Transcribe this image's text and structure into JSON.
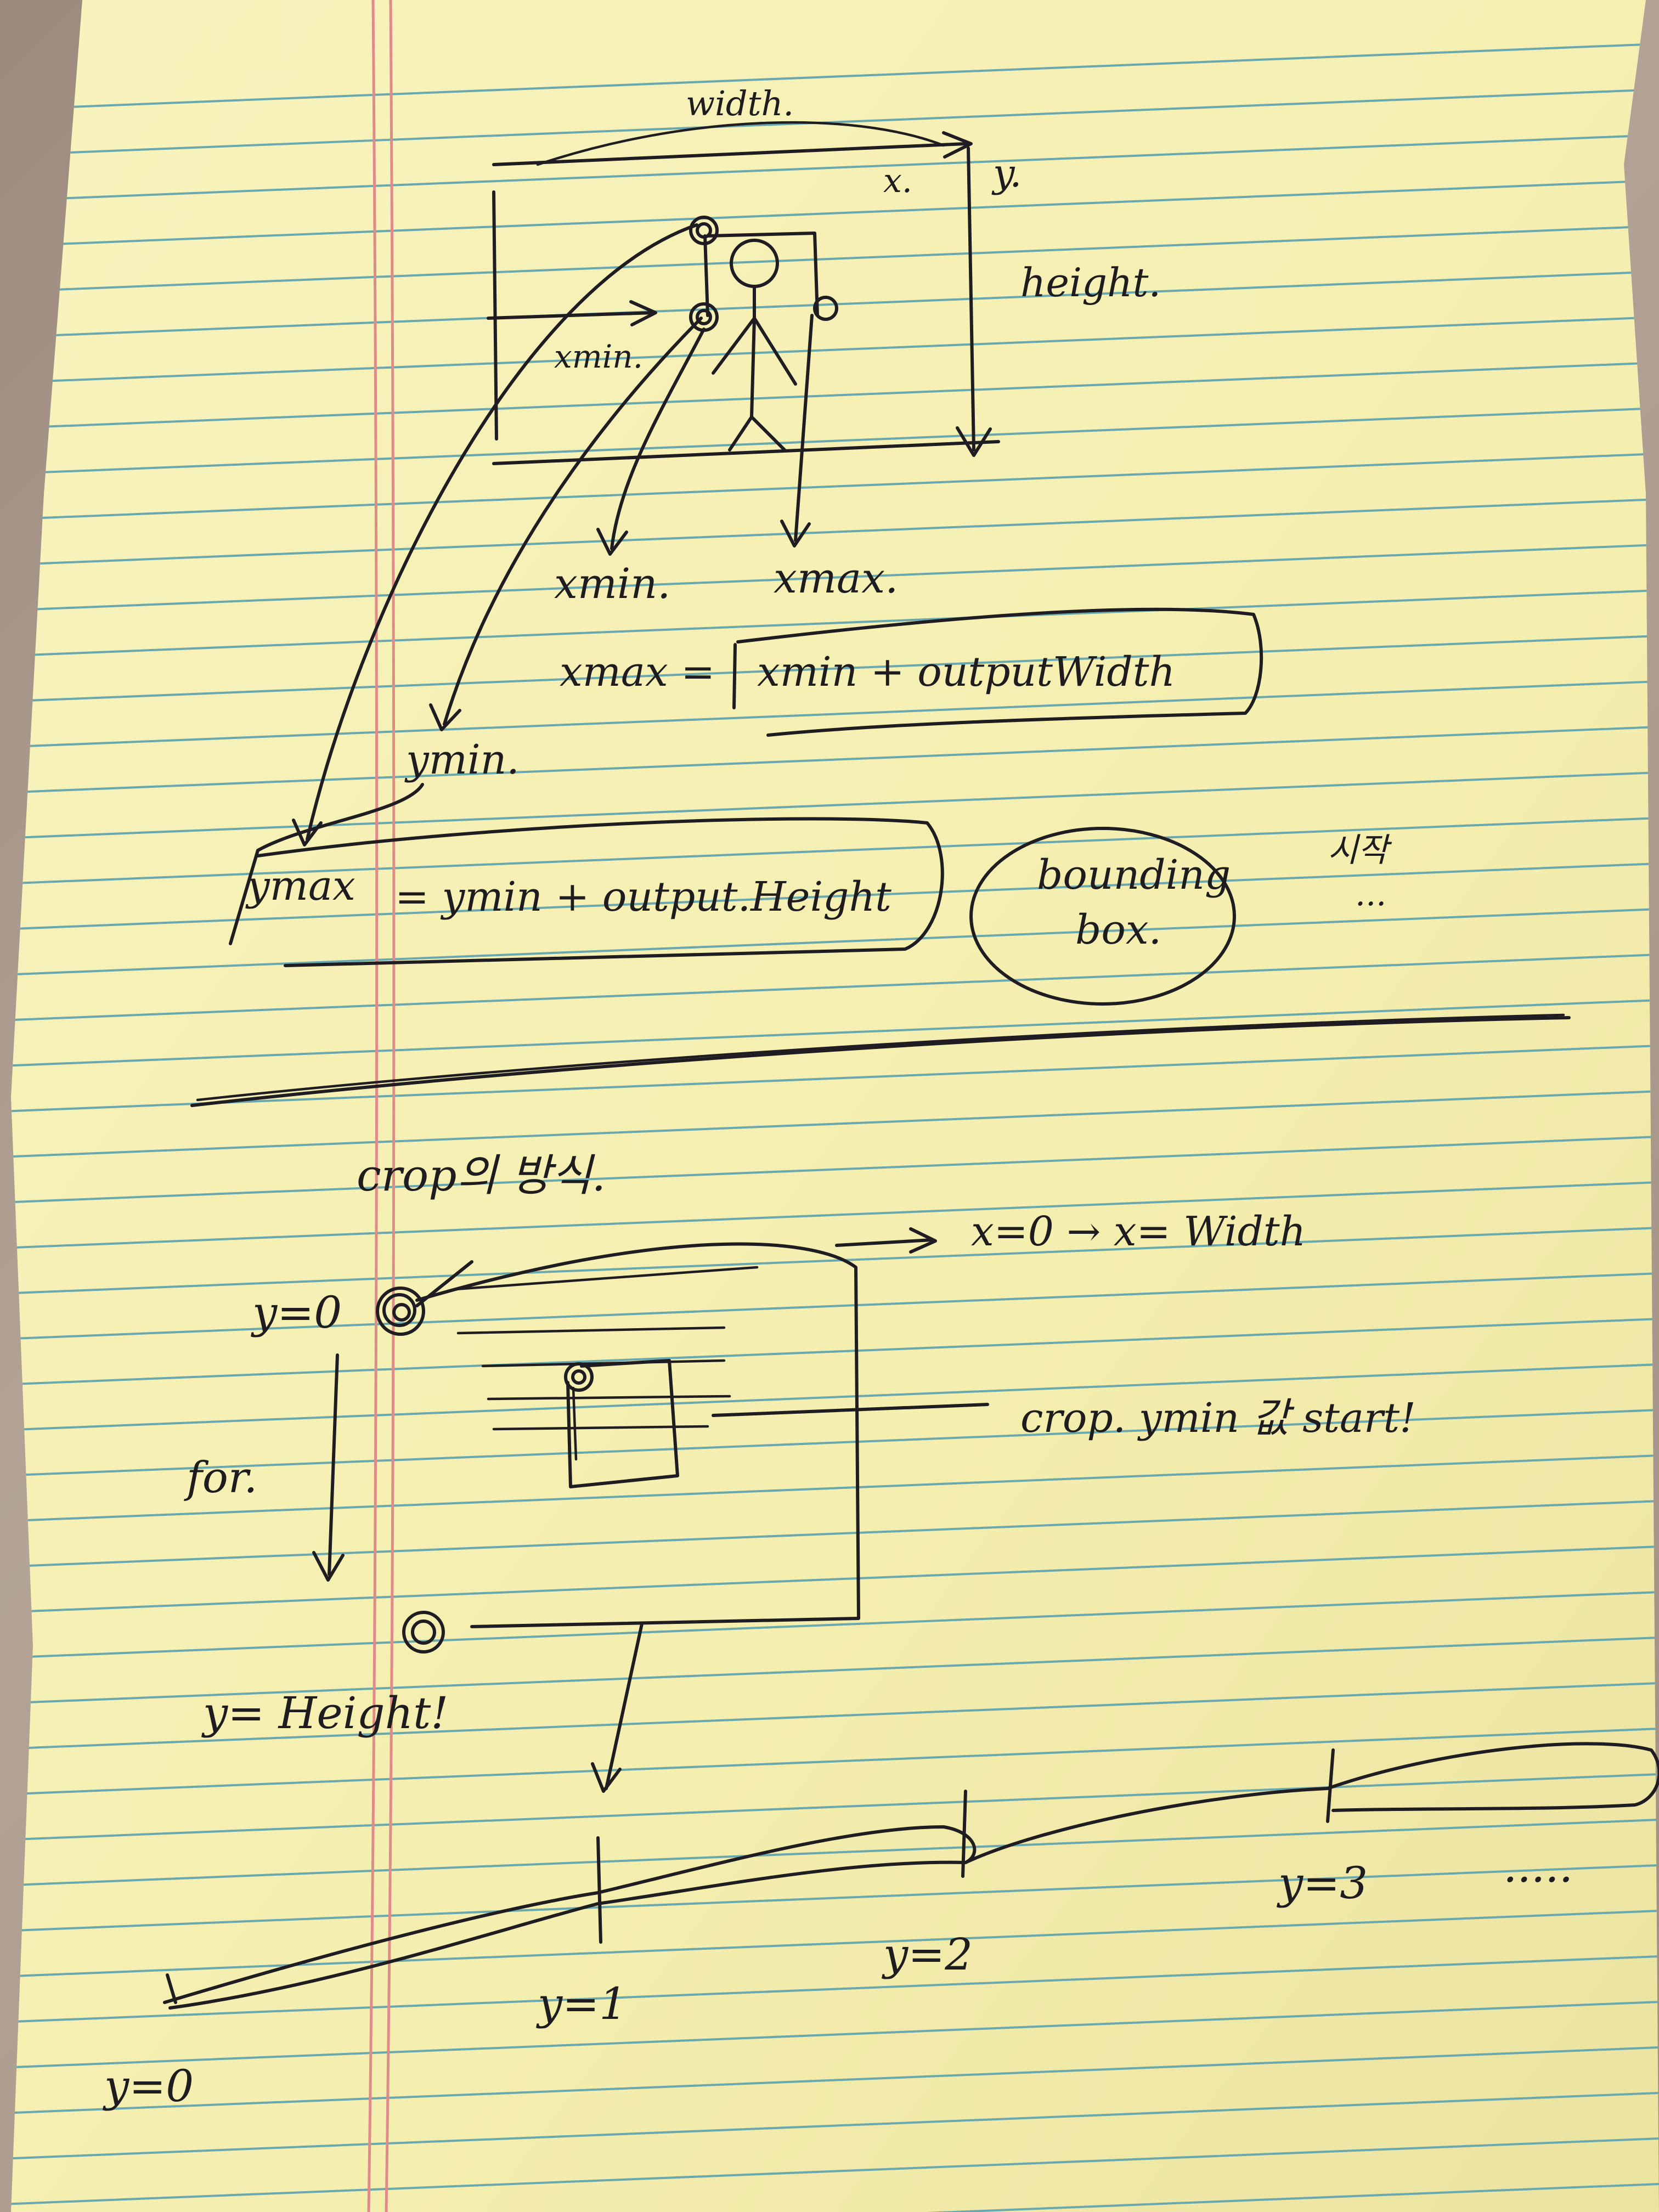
{
  "colors": {
    "paper": "#f6f1b4",
    "rule_line": "#6aa8b0",
    "margin_line": "#e08a8a",
    "ink": "#1f1d22"
  },
  "notes": {
    "top_diagram": {
      "width": "width.",
      "x_axis": "x.",
      "y_axis": "y.",
      "height": "height.",
      "xmin_arrow": "xmin.",
      "xmin_label": "xmin.",
      "xmax_label": "xmax.",
      "xmax_formula_left": "xmax =",
      "xmax_formula_right": "xmin + outputWidth",
      "ymin_label": "ymin.",
      "ymax_formula_left": "ymax",
      "ymax_formula_right": "= ymin + output.Height",
      "bounding_box_line1": "bounding",
      "bounding_box_line2": "box.",
      "korean_note_1": "시작",
      "korean_note_2": "..."
    },
    "bottom_diagram": {
      "crop_title": "crop의 방식.",
      "y0_label": "y=0",
      "x_range": "x=0 → x= Width",
      "for_label": "for.",
      "crop_note": "crop. ymin 값 start!",
      "y_height_label": "y= Height!",
      "y_zero": "y=0",
      "y_one": "y=1",
      "y_two": "y=2",
      "y_three": "y=3",
      "ellipsis": "....."
    }
  }
}
